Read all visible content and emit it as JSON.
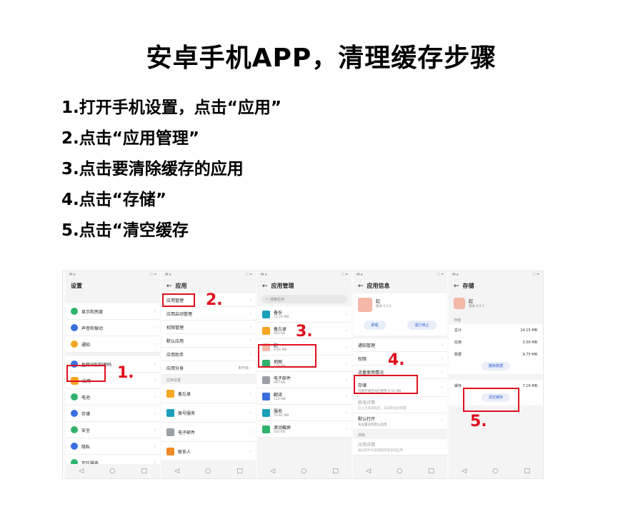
{
  "title": "安卓手机APP，清理缓存步骤",
  "steps": [
    "1.打开手机设置，点击“应用”",
    "2.点击“应用管理”",
    "3.点击要清除缓存的应用",
    "4.点击“存储”",
    "5.点击“清空缓存"
  ],
  "screens": {
    "s1": {
      "title": "设置",
      "items": [
        "显示和亮度",
        "声音和振动",
        "通知",
        "生物识别和密码",
        "应用",
        "电池",
        "存储",
        "安全",
        "隐私",
        "定位服务"
      ],
      "icon_colors": [
        "#2fb36b",
        "#3a6fe0",
        "#f5a623",
        "#3a6fe0",
        "#f5a623",
        "#2fb36b",
        "#3a6fe0",
        "#2fb36b",
        "#3a6fe0",
        "#2fb36b"
      ],
      "marker": "1."
    },
    "s2": {
      "title": "应用",
      "items": [
        "应用管理",
        "应用启动管理",
        "权限管理",
        "默认应用",
        "应用助手",
        "应用分身"
      ],
      "clone_value": "未开启",
      "section": "应用设置",
      "apps": [
        "备忘录",
        "拨号服务",
        "电子邮件",
        "联系人"
      ],
      "app_colors": [
        "#f5a623",
        "#1aa0b8",
        "#9aa0a6",
        "#f08a24"
      ],
      "marker": "2."
    },
    "s3": {
      "title": "应用管理",
      "search": "搜索应用",
      "apps": [
        {
          "name": "备份",
          "size": "13.24 MB"
        },
        {
          "name": "备忘录",
          "size": "463 KB"
        },
        {
          "name": "起",
          "size": "9.40 MB"
        },
        {
          "name": "地图",
          "size": "139 MB"
        },
        {
          "name": "电子邮件",
          "size": "897 KB"
        },
        {
          "name": "翻译",
          "size": "120 MB"
        },
        {
          "name": "服务",
          "size": "53.62 MB"
        },
        {
          "name": "滚动截屏",
          "size": "102 KB"
        }
      ],
      "app_colors": [
        "#1aa0b8",
        "#f5a623",
        "#f3b8a8",
        "#2fb36b",
        "#9aa0a6",
        "#3a6fe0",
        "#1aa0b8",
        "#2fb36b"
      ],
      "marker": "3."
    },
    "s4": {
      "title": "应用信息",
      "app_name": "起",
      "version": "版本 0.0.1",
      "buttons": [
        "卸载",
        "强行停止"
      ],
      "items": [
        "通知管理",
        "权限",
        "流量使用情况"
      ],
      "storage_title": "存储",
      "storage_sub": "内部存储空间已使用 9.55 MB",
      "battery_title": "耗电详情",
      "battery_sub": "自上次充满电后，未消耗任何电量",
      "default_title": "默认打开",
      "default_sub": "未设置任何默认选项",
      "more_label": "高级",
      "store_title": "应用详情",
      "store_sub": "通过软件包安装程序安装的应用",
      "marker": "4."
    },
    "s5": {
      "title": "存储",
      "app_name": "起",
      "version": "版本 0.0.1",
      "section": "存储",
      "rows": [
        {
          "label": "总计",
          "value": "14.15 MB"
        },
        {
          "label": "应用",
          "value": "3.56 MB"
        },
        {
          "label": "数据",
          "value": "9.75 MB"
        }
      ],
      "delete_btn": "删除数据",
      "cache_label": "缓存",
      "cache_value": "7.16 MB",
      "clear_btn": "清空缓存",
      "marker": "5."
    },
    "nav": [
      "◁",
      "○",
      "□"
    ]
  },
  "colors": {
    "accent_red": "#e0101e",
    "link_blue": "#3060d0"
  }
}
